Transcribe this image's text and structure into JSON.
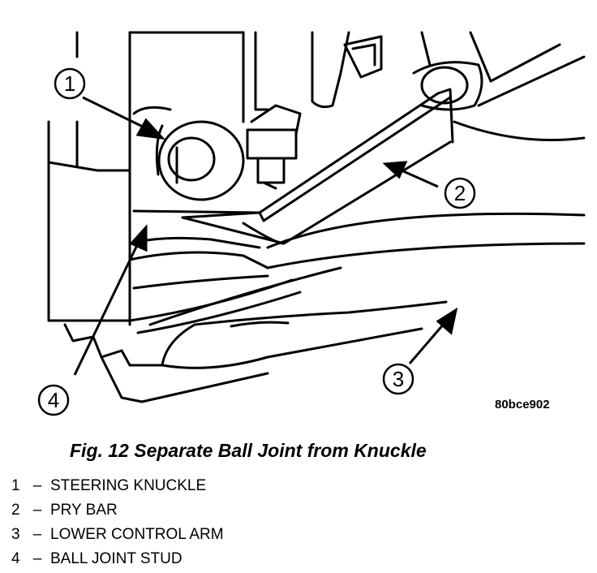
{
  "figure": {
    "image_code": "80bce902",
    "caption": "Fig. 12 Separate Ball Joint from Knuckle"
  },
  "callouts": [
    {
      "number": "1",
      "label": "STEERING KNUCKLE"
    },
    {
      "number": "2",
      "label": "PRY BAR"
    },
    {
      "number": "3",
      "label": "LOWER CONTROL ARM"
    },
    {
      "number": "4",
      "label": "BALL JOINT STUD"
    }
  ],
  "legend_separator": "–"
}
